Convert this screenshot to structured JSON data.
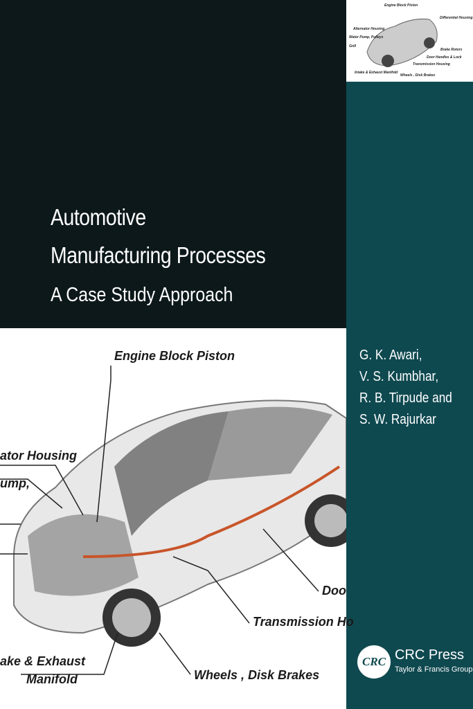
{
  "cover": {
    "title_line1": "Automotive",
    "title_line2": "Manufacturing Processes",
    "subtitle": "A Case Study Approach"
  },
  "authors": [
    "G. K. Awari,",
    "V. S. Kumbhar,",
    "R. B. Tirpude and",
    "S. W. Rajurkar"
  ],
  "publisher": {
    "logo_text": "CRC",
    "name": "CRC Press",
    "group": "Taylor & Francis Group"
  },
  "illustration_labels": [
    "Engine Block Piston",
    "ator Housing",
    "ump,",
    "Doo",
    "Transmission Ho",
    "ake & Exhaust",
    "Manifold",
    "Wheels , Disk Brakes"
  ],
  "thumbnail_labels": [
    "Engine Block Piston",
    "Differential Housing",
    "Alternator Housing",
    "Water Pump, Pulleys",
    "Grill",
    "Brake Rotors",
    "Door Handles & Lock",
    "Transmission Housing",
    "Intake & Exhaust Manifold",
    "Wheels , Disk Brakes"
  ],
  "colors": {
    "dark": "#0d181b",
    "teal": "#0f4950"
  }
}
